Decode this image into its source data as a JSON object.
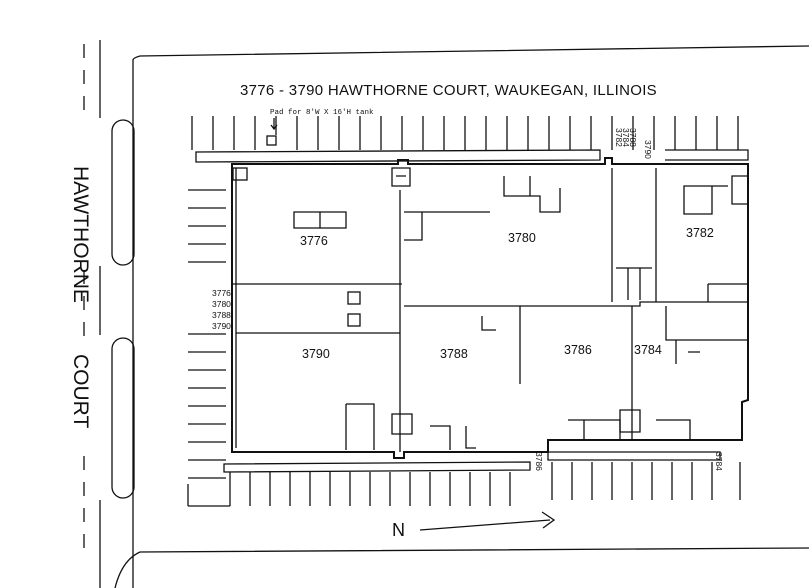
{
  "title": "3776 - 3790 HAWTHORNE COURT, WAUKEGAN, ILLINOIS",
  "pad_note": "Pad for 8'W X 16'H tank",
  "street": {
    "word1": "HAWTHORNE",
    "word2": "COURT"
  },
  "north_label": "N",
  "units": [
    "3776",
    "3780",
    "3782",
    "3790",
    "3788",
    "3786",
    "3784"
  ],
  "west_address_list": [
    "3776",
    "3780",
    "3788",
    "3790"
  ],
  "door_labels": {
    "top_3782": "3782",
    "top_3784": "3784",
    "top_3788": "3788",
    "top_3790": "3790",
    "bottom_3786": "3786",
    "bottom_3784": "3784"
  }
}
